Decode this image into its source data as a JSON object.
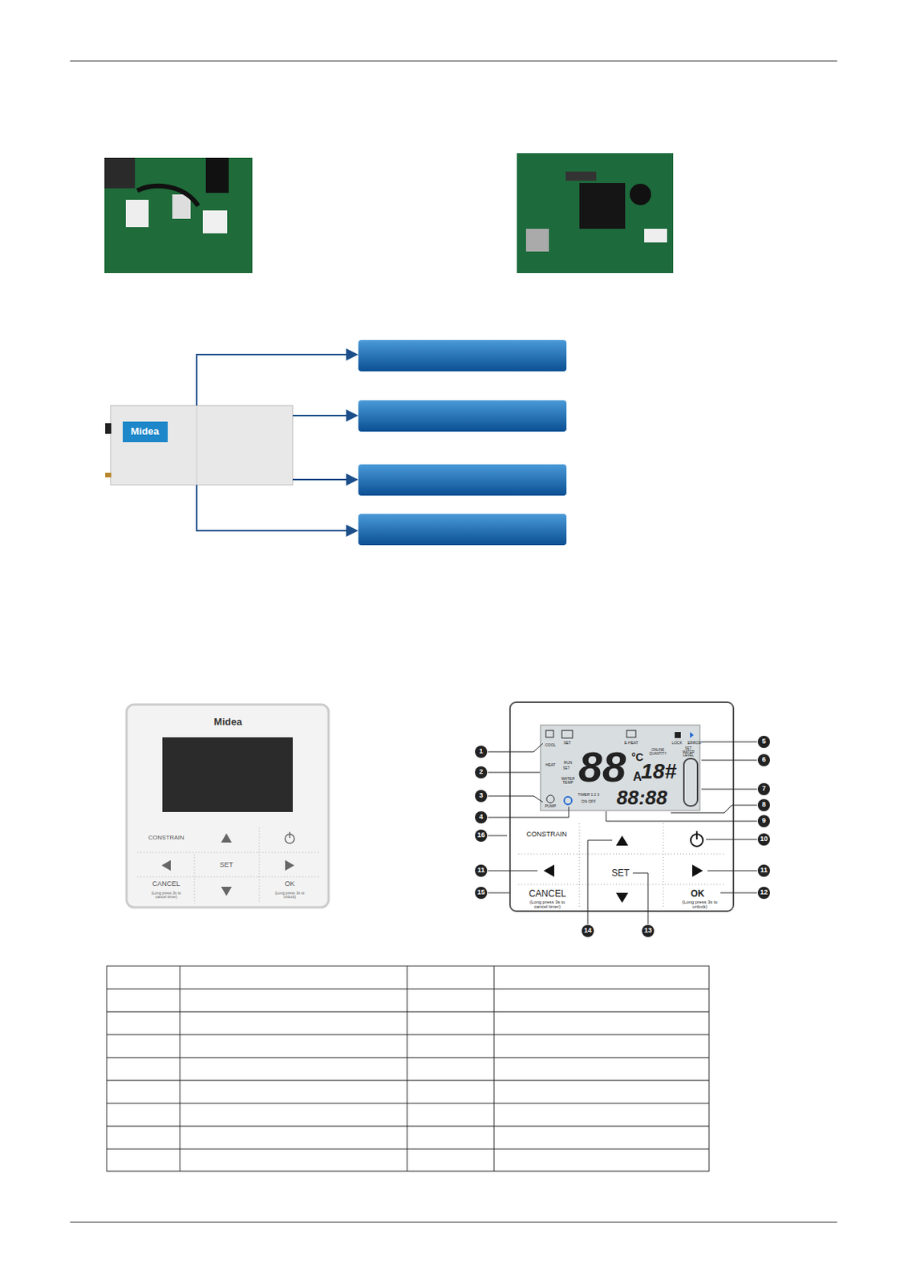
{
  "diagram": {
    "labels": [
      "Midea",
      "Midea",
      "CONSTRAIN",
      "SET",
      "CANCEL",
      "(Long press 3s to cancel timer)",
      "OK",
      "(Long press 3s to unlock)",
      "SET",
      "E-HEAT",
      "LOCK",
      "ERROR",
      "COOL",
      "HEAT",
      "RUN",
      "SET",
      "WATER TEMP",
      "PUMP",
      "TIMER 1 2 3",
      "ON OFF",
      "88",
      "°C",
      "A",
      "18#",
      "ONLINE QUANTITY",
      "SET WATER LEVEL",
      "88:88",
      "CONSTRAIN",
      "SET",
      "CANCEL",
      "(Long press 3s to cancel timer)",
      "OK",
      "(Long press 3s to unlock)",
      "1",
      "2",
      "3",
      "4",
      "16",
      "11",
      "15",
      "14",
      "13",
      "5",
      "6",
      "7",
      "8",
      "9",
      "10",
      "11",
      "12"
    ]
  }
}
